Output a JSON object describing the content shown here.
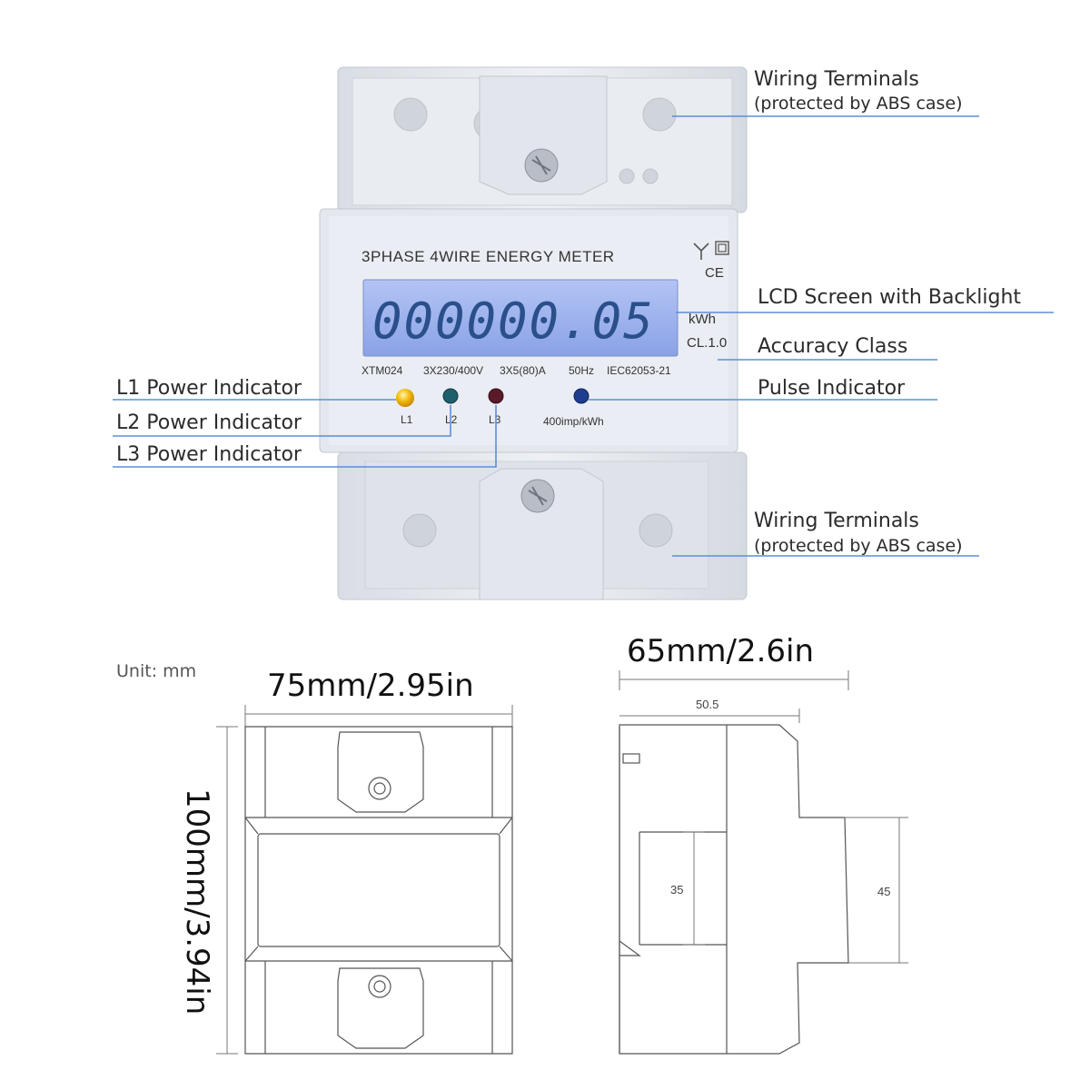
{
  "meter": {
    "title": "3PHASE 4WIRE ENERGY METER",
    "display": "000000.05",
    "unit": "kWh",
    "class": "CL.1.0",
    "model": "XTM024",
    "voltage": "3X230/400V",
    "current": "3X5(80)A",
    "frequency": "50Hz",
    "standard": "IEC62053-21",
    "pulse_rate": "400imp/kWh",
    "ce_mark": "CE",
    "led_labels": [
      "L1",
      "L2",
      "L3"
    ],
    "colors": {
      "l1_led": "#f2b705",
      "l2_led": "#1f5f6b",
      "l3_led": "#5a1a2a",
      "pulse_led": "#1d3e8f",
      "lcd": "#9fb4ef",
      "leader": "#5b8fd6"
    }
  },
  "callouts": {
    "top_terminals": {
      "title": "Wiring Terminals",
      "sub": "(protected by ABS case)"
    },
    "lcd": "LCD Screen with Backlight",
    "accuracy": "Accuracy Class",
    "pulse": "Pulse Indicator",
    "l1": "L1 Power Indicator",
    "l2": "L2 Power Indicator",
    "l3": "L3 Power Indicator",
    "bottom_terminals": {
      "title": "Wiring Terminals",
      "sub": "(protected by ABS case)"
    }
  },
  "dimensions": {
    "unit_note": "Unit: mm",
    "width": "75mm/2.95in",
    "height": "100mm/3.94in",
    "depth": "65mm/2.6in",
    "inner_depth": "50.5",
    "rail_inner": "35",
    "rail_outer": "45"
  }
}
